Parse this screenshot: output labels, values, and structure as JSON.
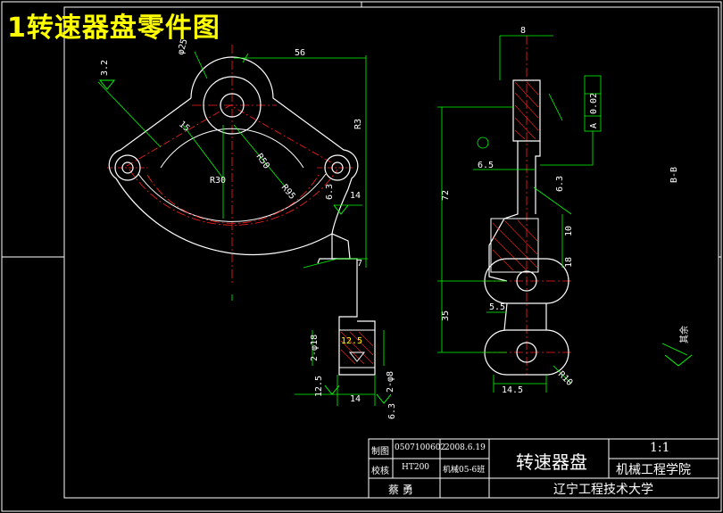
{
  "header": {
    "title": "1转速器盘零件图"
  },
  "title_block": {
    "drawn_label": "制图",
    "drawn_id": "0507100602",
    "date": "2008.6.19",
    "part_name": "转速器盘",
    "scale": "1:1",
    "checked_label": "校核",
    "material": "HT200",
    "class_name": "机械05-6班",
    "school_dept": "机械工程学院",
    "author": "蔡 勇",
    "university": "辽宁工程技术大学"
  },
  "dims": {
    "d56": "56",
    "phi25": "φ25",
    "r3": "R3",
    "d15": "15",
    "r50": "R50",
    "r30": "R30",
    "r95": "R95",
    "d7": "7",
    "d14a": "14",
    "d14b": "14",
    "d12_5": "12.5",
    "d8": "8",
    "d10": "10",
    "d72": "72",
    "d35": "35",
    "d18": "18",
    "d5_5": "5.5",
    "d6_5": "6.5",
    "d14_5": "14.5",
    "r10": "R10",
    "r6_3a": "6.3",
    "r6_3b": "6.3",
    "r6_3c": "6.3",
    "r3_2": "3.2",
    "r12_5": "12.5",
    "phi18": "2-φ18",
    "phi8": "2-φ8",
    "tol1": "0.02",
    "datum_a": "A",
    "section_label": "B-B",
    "rest": "其余"
  }
}
